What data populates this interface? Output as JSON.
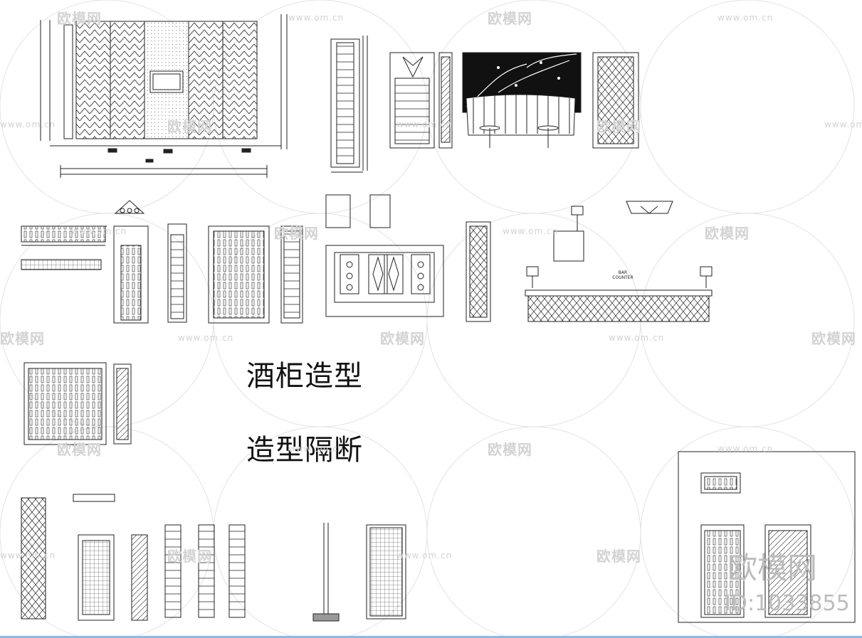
{
  "titles": {
    "wine_cabinet": "酒柜造型",
    "partition": "造型隔断"
  },
  "watermark": {
    "logo": "欧模网",
    "url": "www.om.cn",
    "id_text": "ID:1033855"
  },
  "drawing_labels": {
    "bar": "BAR",
    "counter": "COUNTER"
  },
  "colors": {
    "line": "#222222",
    "watermark": "#d3d3d3",
    "background": "#ffffff",
    "taskbar": "#8fb8e6"
  }
}
